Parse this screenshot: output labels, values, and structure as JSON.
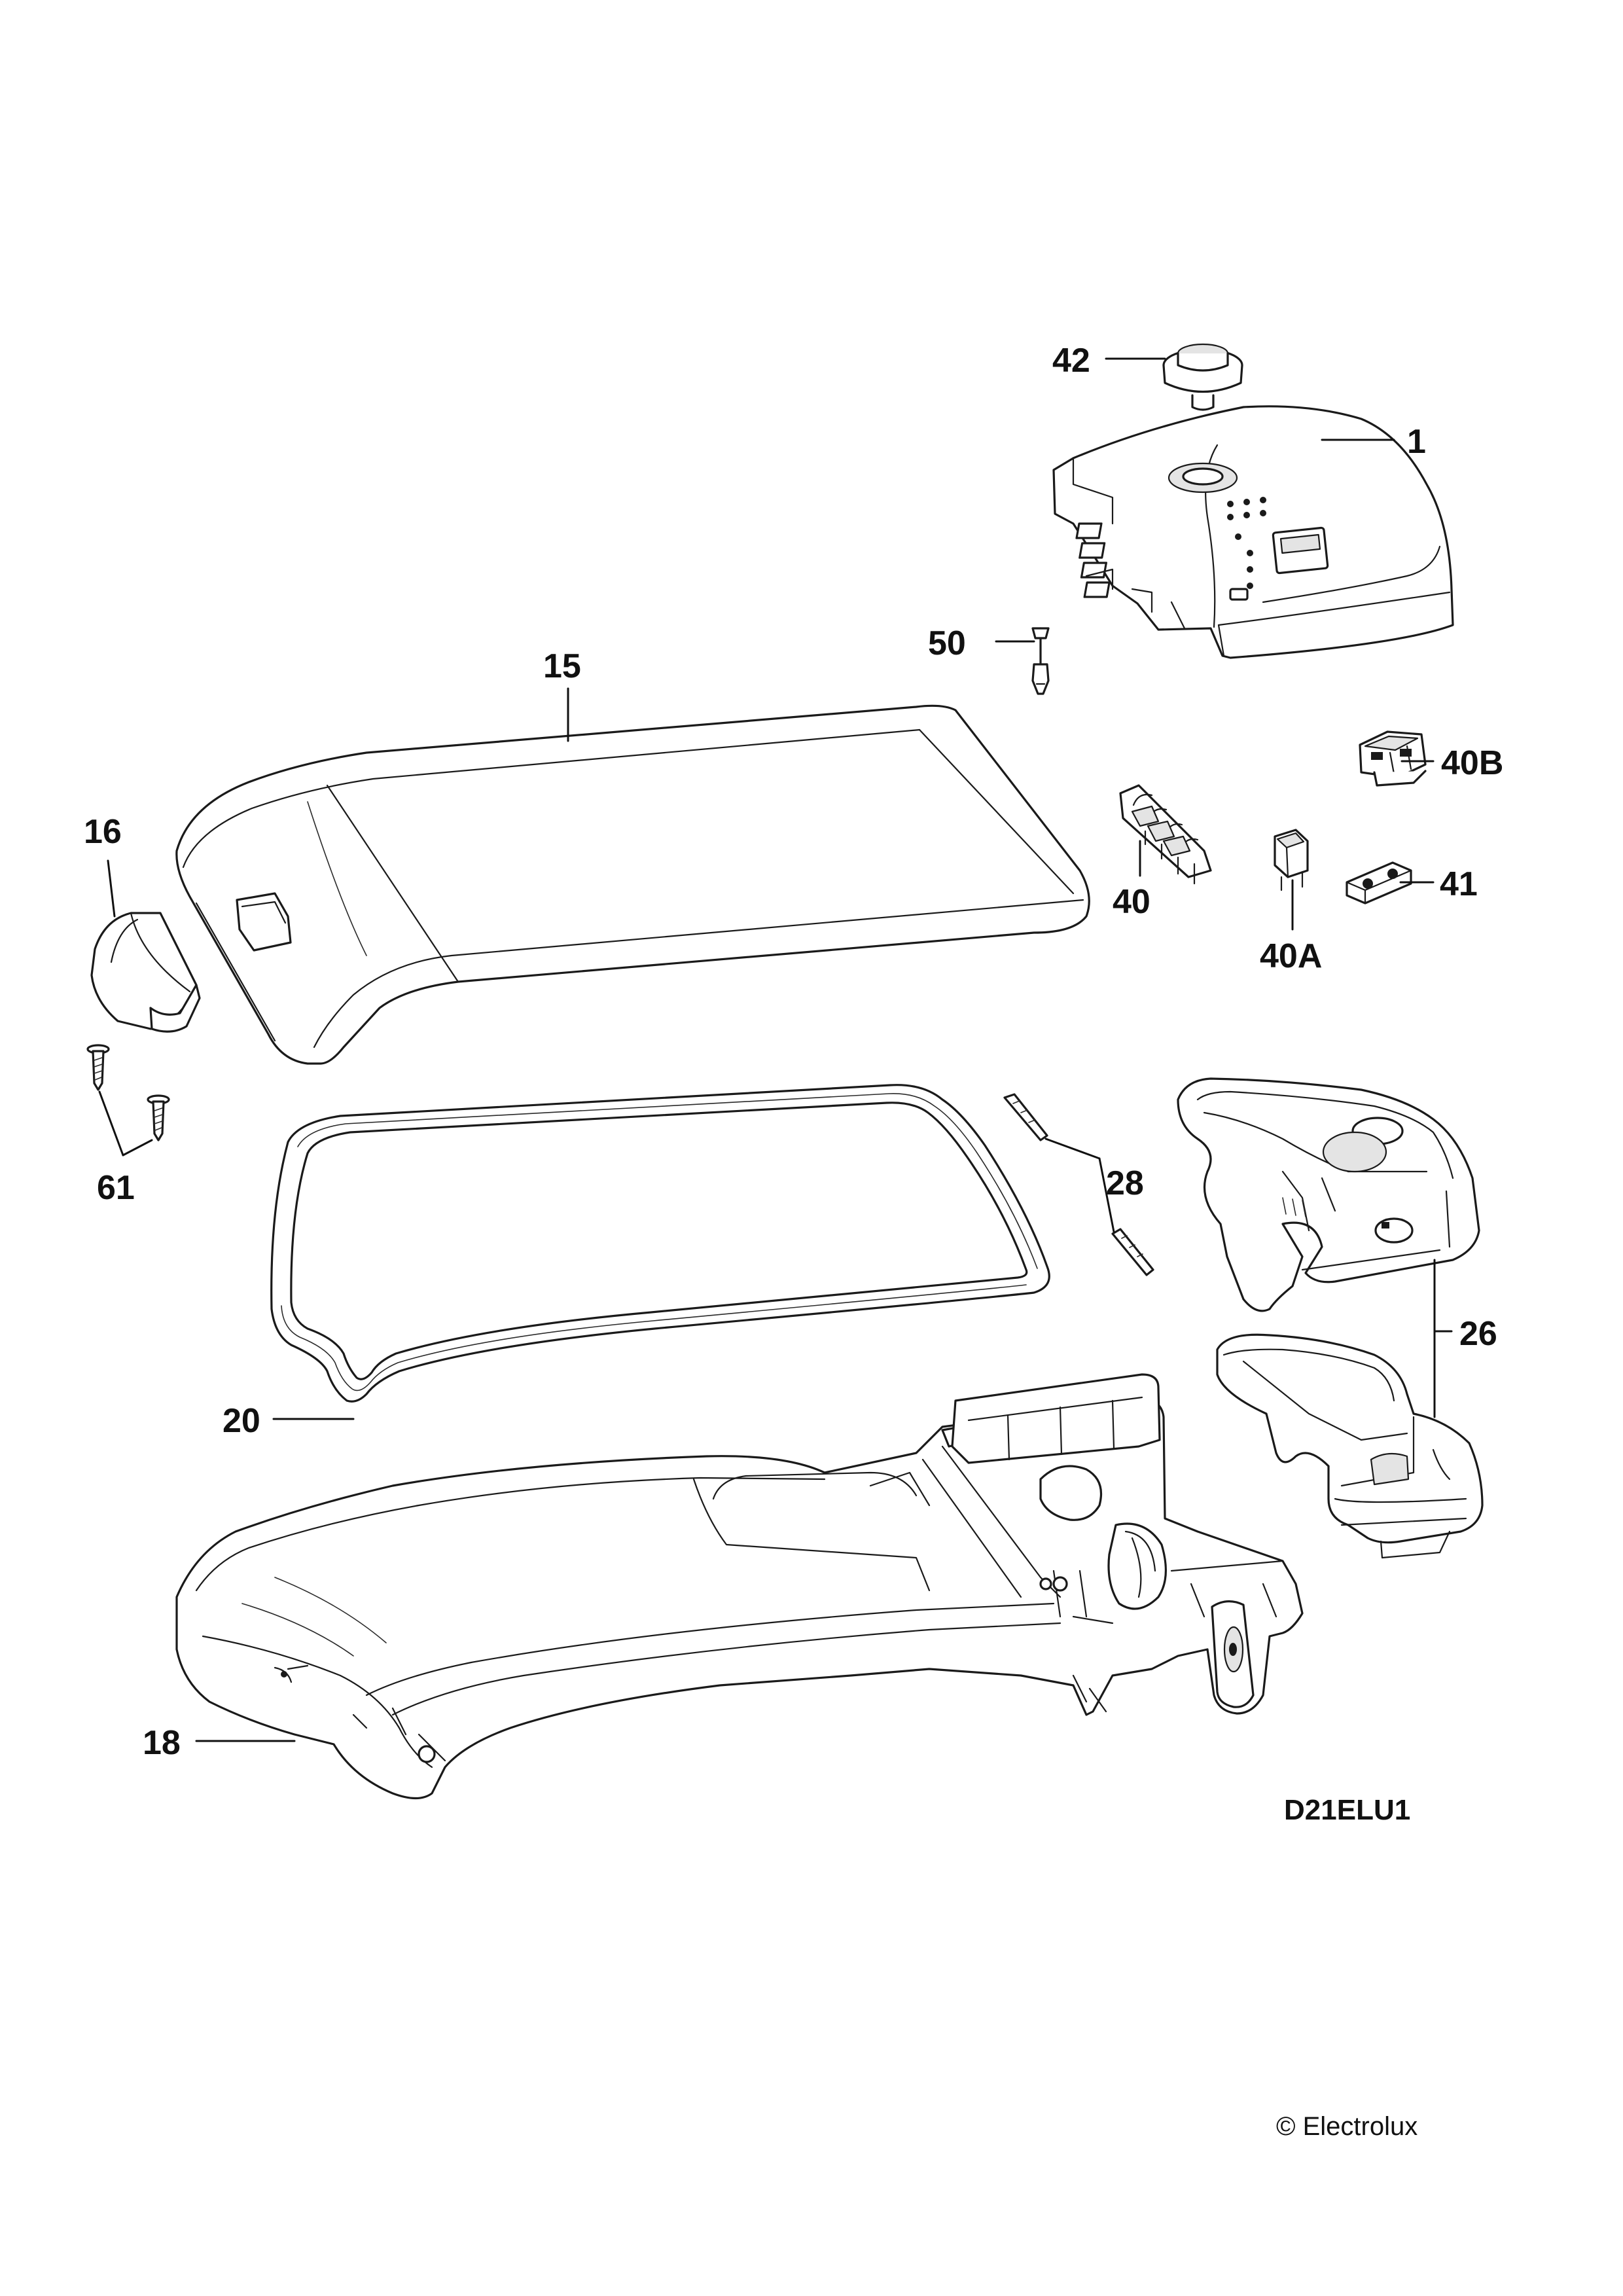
{
  "diagram": {
    "reference_code": "D21ELU1",
    "copyright": "© Electrolux",
    "callouts": [
      {
        "id": "42",
        "label": "42"
      },
      {
        "id": "1",
        "label": "1"
      },
      {
        "id": "50",
        "label": "50"
      },
      {
        "id": "15",
        "label": "15"
      },
      {
        "id": "40B",
        "label": "40B"
      },
      {
        "id": "16",
        "label": "16"
      },
      {
        "id": "40",
        "label": "40"
      },
      {
        "id": "40A",
        "label": "40A"
      },
      {
        "id": "41",
        "label": "41"
      },
      {
        "id": "61",
        "label": "61"
      },
      {
        "id": "28",
        "label": "28"
      },
      {
        "id": "26",
        "label": "26"
      },
      {
        "id": "20",
        "label": "20"
      },
      {
        "id": "18",
        "label": "18"
      }
    ]
  }
}
